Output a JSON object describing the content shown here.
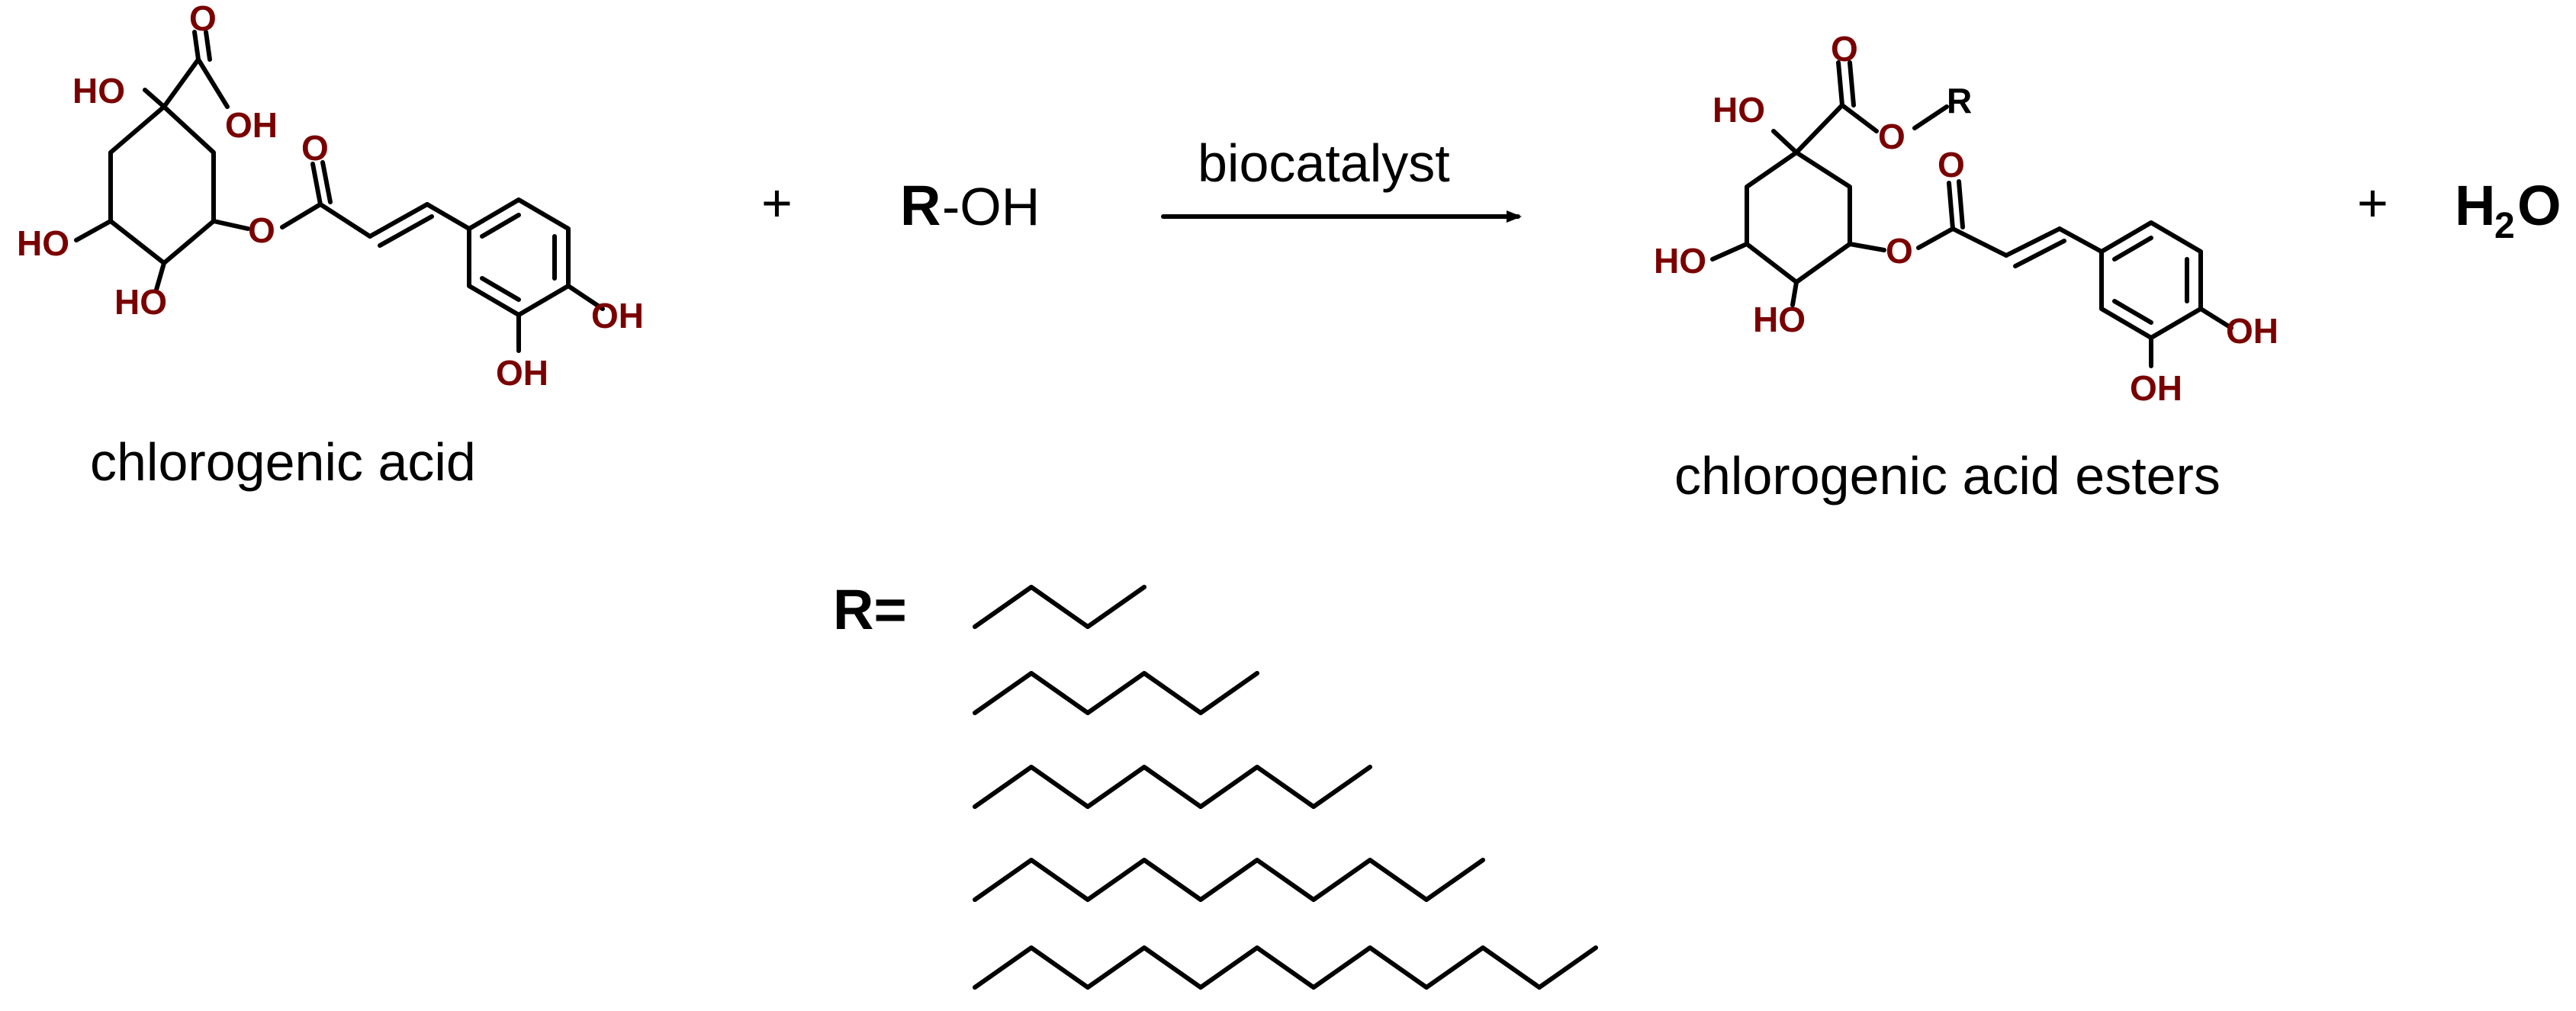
{
  "reactant": {
    "name": "chlorogenic acid",
    "atoms": {
      "ho_top": "HO",
      "o_carbonyl": "O",
      "oh_acid": "OH",
      "o_ester_carbonyl": "O",
      "o_ester": "O",
      "ho_left": "HO",
      "ho_bottom": "HO",
      "oh_para": "OH",
      "oh_meta": "OH"
    }
  },
  "plus_1": "+",
  "alcohol": {
    "r": "R",
    "oh": "-OH"
  },
  "arrow": {
    "catalyst": "biocatalyst"
  },
  "product": {
    "name": "chlorogenic acid esters",
    "atoms": {
      "ho_top": "HO",
      "o_carbonyl": "O",
      "o_ester_acid": "O",
      "r_group": "R",
      "o_ester_carbonyl": "O",
      "o_ester": "O",
      "ho_left": "HO",
      "ho_bottom": "HO",
      "oh_para": "OH",
      "oh_meta": "OH"
    }
  },
  "plus_2": "+",
  "water": {
    "h": "H",
    "sub": "2",
    "o": "O"
  },
  "r_definition": {
    "label": "R=",
    "chains": [
      {
        "carbons": 4
      },
      {
        "carbons": 6
      },
      {
        "carbons": 8
      },
      {
        "carbons": 10
      },
      {
        "carbons": 12
      }
    ]
  },
  "colors": {
    "heteroatom": "#7a0000",
    "bond": "#000000"
  }
}
